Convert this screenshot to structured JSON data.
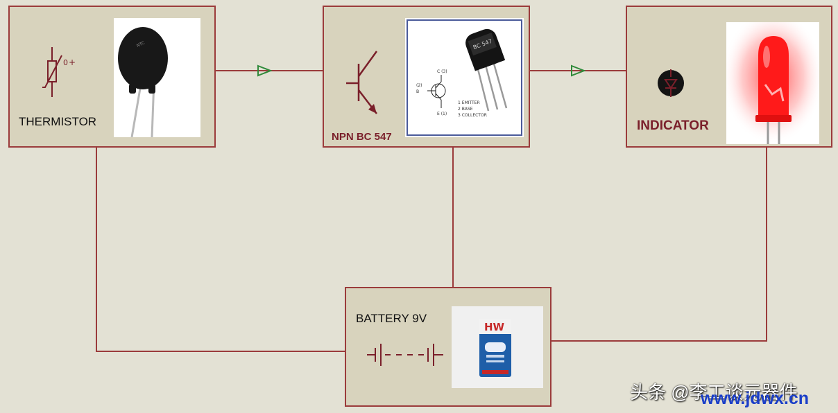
{
  "colors": {
    "background": "#e3e1d4",
    "block_fill": "#d8d3bd",
    "wire": "#9b3b3b",
    "arrow": "#2f8a3a",
    "led_red": "#ff1a1a"
  },
  "blocks": {
    "thermistor": {
      "label": "THERMISTOR",
      "part_marking": "NTC"
    },
    "transistor": {
      "label": "NPN BC 547",
      "part_marking": "BC 547",
      "pin_legend": [
        "1  EMITTER",
        "2  BASE",
        "3  COLLECTOR"
      ],
      "pin_labels": [
        "C (3)",
        "(2)",
        "B",
        "E (1)"
      ]
    },
    "indicator": {
      "label": "INDICATOR"
    },
    "battery": {
      "label": "BATTERY 9V",
      "brand": "HW"
    }
  },
  "watermark": {
    "text1": "头条 @李工谈元器件",
    "text2": "www.jdwx.cn"
  }
}
